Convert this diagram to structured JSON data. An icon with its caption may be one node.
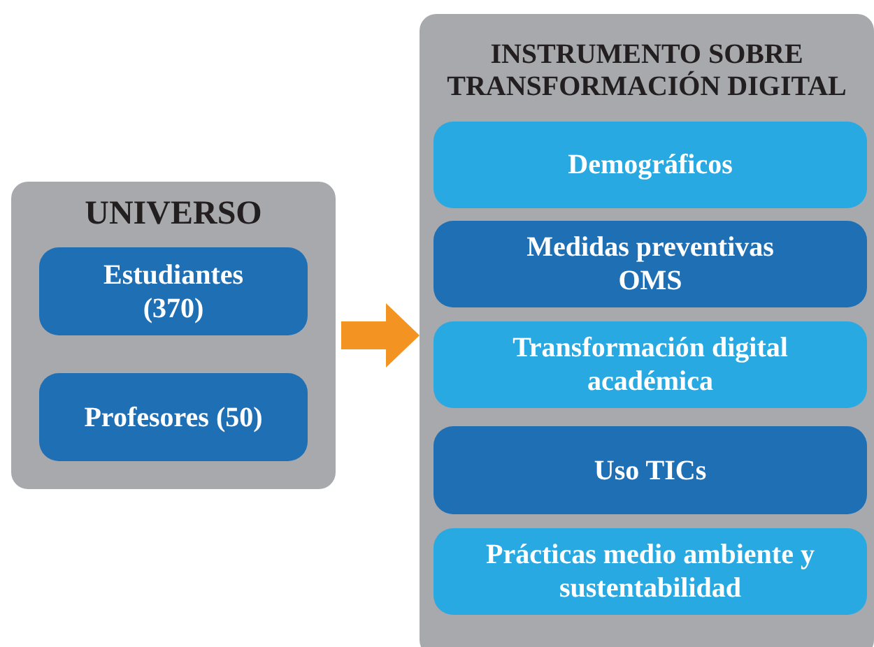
{
  "diagram": {
    "nodes": [
      {
        "text": [
          "UNIVERSO"
        ]
      },
      {
        "text": [
          "Estudiantes (370)"
        ],
        "in": 0
      },
      {
        "text": [
          "Profesores (50)"
        ],
        "in": 0
      },
      {
        "text": [
          "INSTRUMENTO SOBRE TRANSFORMACIÓN DIGITAL"
        ]
      },
      {
        "text": [
          "Demográficos"
        ],
        "in": 3
      },
      {
        "text": [
          "Medidas preventivas OMS"
        ],
        "in": 3
      },
      {
        "text": [
          "Transformación digital académica"
        ],
        "in": 3
      },
      {
        "text": [
          "Uso TICs"
        ],
        "in": 3
      },
      {
        "text": [
          "Prácticas medio ambiente y sustentabilidad"
        ],
        "in": 3
      }
    ],
    "edges": [
      {
        "from": 0,
        "to": 3,
        "arrow": "to",
        "color": "#f39322"
      }
    ]
  }
}
